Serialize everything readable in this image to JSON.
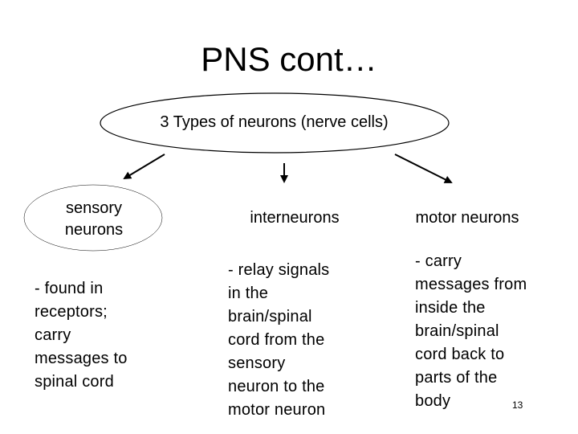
{
  "slide": {
    "title": "PNS cont…",
    "central": "3 Types of neurons (nerve cells)",
    "types": [
      {
        "label_lines": [
          "sensory",
          "neurons"
        ],
        "desc_lines": [
          "- found in",
          "receptors;",
          "carry",
          "messages to",
          "spinal cord"
        ]
      },
      {
        "label_lines": [
          "interneurons"
        ],
        "desc_lines": [
          "- relay signals",
          "in the",
          "brain/spinal",
          "cord from the",
          "sensory",
          "neuron to the",
          "motor neuron"
        ]
      },
      {
        "label_lines": [
          "motor neurons"
        ],
        "desc_lines": [
          "- carry",
          "messages from",
          "inside the",
          "brain/spinal",
          "cord back to",
          "parts of the",
          "body"
        ]
      }
    ],
    "slide_number": "13"
  },
  "colors": {
    "stroke": "#000000",
    "fill": "#ffffff",
    "text": "#000000"
  }
}
